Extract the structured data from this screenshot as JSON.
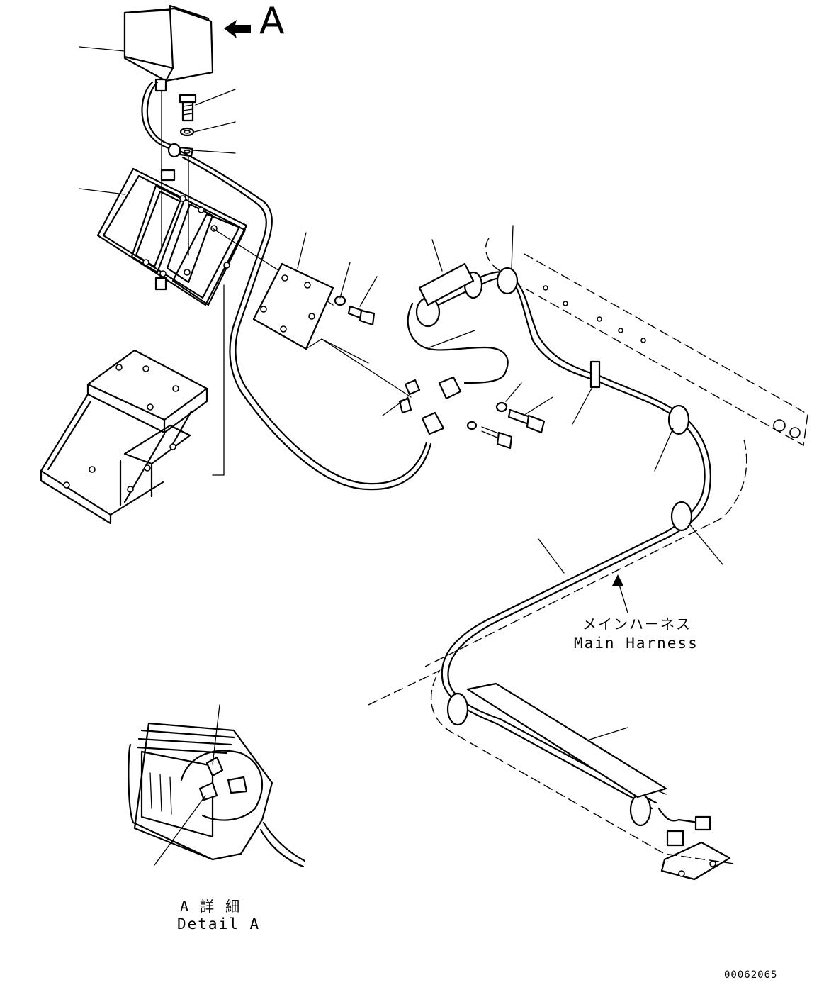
{
  "view_marker": "A",
  "main_harness_label_jp": "メインハーネス",
  "main_harness_label_en": "Main Harness",
  "detail_label_jp": "A 詳 細",
  "detail_label_en": "Detail A",
  "drawing_number": "00062065"
}
